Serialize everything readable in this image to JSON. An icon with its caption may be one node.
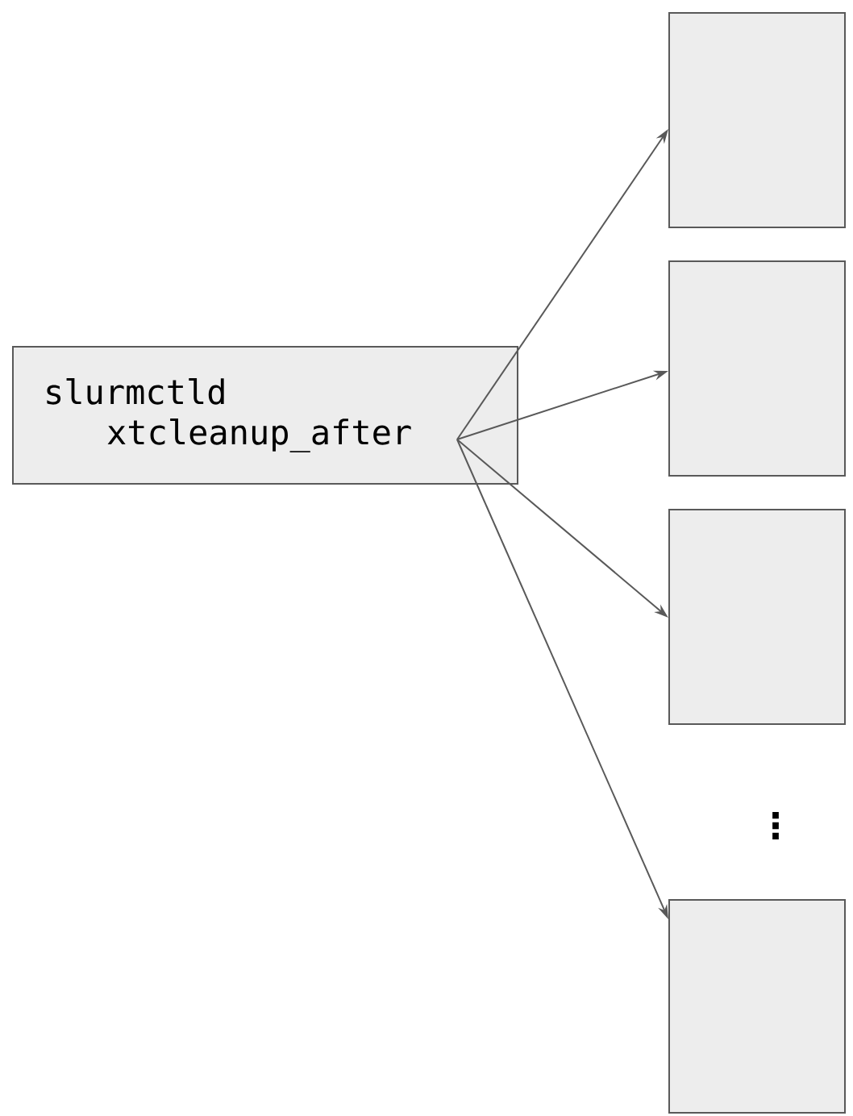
{
  "diagram": {
    "nodes": [
      {
        "text": [
          "slurmctld",
          "xtcleanup_after"
        ]
      },
      {
        "text": [],
        "shape": "box"
      },
      {
        "text": [],
        "shape": "box"
      },
      {
        "text": [],
        "shape": "box"
      },
      {
        "text": [],
        "shape": "box"
      }
    ],
    "edges": [
      {
        "from": 0,
        "to": 1,
        "arrow": "to"
      },
      {
        "from": 0,
        "to": 2,
        "arrow": "to"
      },
      {
        "from": 0,
        "to": 3,
        "arrow": "to"
      },
      {
        "from": 0,
        "to": 4,
        "arrow": "to"
      }
    ],
    "labels": [
      "⋮"
    ]
  }
}
